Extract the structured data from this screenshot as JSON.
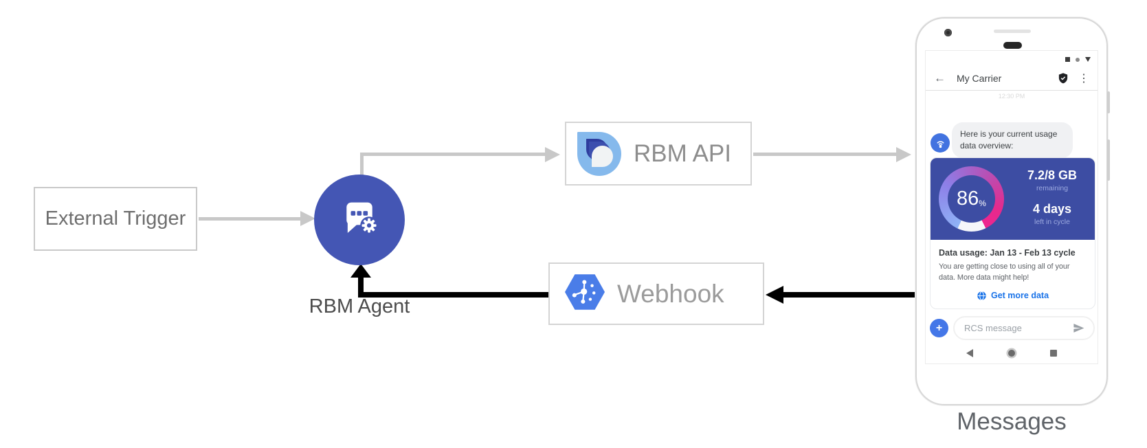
{
  "diagram": {
    "external_trigger": "External Trigger",
    "rbm_agent": "RBM Agent",
    "rbm_api": "RBM API",
    "webhook": "Webhook",
    "device_label": "Messages"
  },
  "icons": {
    "back_arrow": "←",
    "overflow_menu": "⋮",
    "plus": "+"
  },
  "phone": {
    "header": {
      "title": "My Carrier"
    },
    "timestamp": "12:30 PM",
    "bubble_text": "Here is your current usage data overview:",
    "usage_card": {
      "percent": "86",
      "percent_unit": "%",
      "remaining_value": "7.2/8 GB",
      "remaining_label": "remaining",
      "cycle_value": "4 days",
      "cycle_label": "left in cycle",
      "title": "Data usage: Jan 13 - Feb 13 cycle",
      "body": "You are getting close to using all of your data. More data might help!",
      "action_label": "Get more data"
    },
    "composer": {
      "placeholder": "RCS message"
    }
  },
  "colors": {
    "agent_circle": "#4456b4",
    "card_blue": "#3d4da3",
    "link_blue": "#1a73e8",
    "gauge_start": "#8fb3f6",
    "gauge_mid": "#b84fb4",
    "gauge_end": "#ee2590",
    "arrow_gray": "#c8c8c8",
    "arrow_black": "#000000",
    "logo_light_blue": "#85b9ec",
    "logo_dark_blue": "#2e3d9e",
    "webhook_hex_blue": "#4a7de8"
  }
}
